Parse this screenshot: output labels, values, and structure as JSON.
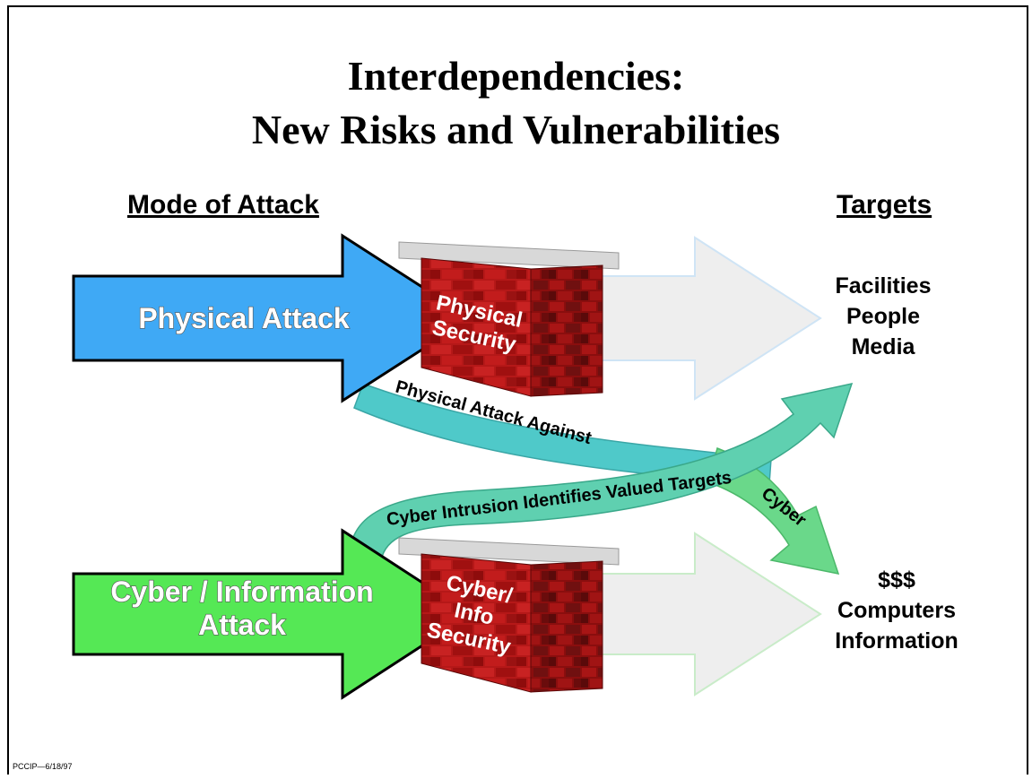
{
  "title": {
    "line1": "Interdependencies:",
    "line2": "New Risks and Vulnerabilities"
  },
  "headings": {
    "mode_of_attack": "Mode of Attack",
    "targets": "Targets"
  },
  "attacks": {
    "physical": "Physical Attack",
    "cyber_line1": "Cyber / Information",
    "cyber_line2": "Attack"
  },
  "walls": {
    "physical_line1": "Physical",
    "physical_line2": "Security",
    "cyber_line1": "Cyber/",
    "cyber_line2": "Info",
    "cyber_line3": "Security"
  },
  "paths": {
    "physical_against": "Physical Attack Against",
    "cyber_intrusion": "Cyber Intrusion Identifies Valued Targets",
    "cyber": "Cyber"
  },
  "targets": {
    "top": [
      "Facilities",
      "People",
      "Media"
    ],
    "bottom": [
      "$$$",
      "Computers",
      "Information"
    ]
  },
  "footer": "PCCIP—6/18/97",
  "colors": {
    "physical_arrow": "#3fa9f5",
    "cyber_arrow": "#55e855",
    "brick": "#b01515",
    "brick_dark": "#6e0a0a",
    "ghost_arrow": "#eeeeee",
    "curve_teal": "#4fc9c9",
    "curve_green": "#6ad88a"
  },
  "icons": [
    "brick-firewall-icon"
  ]
}
